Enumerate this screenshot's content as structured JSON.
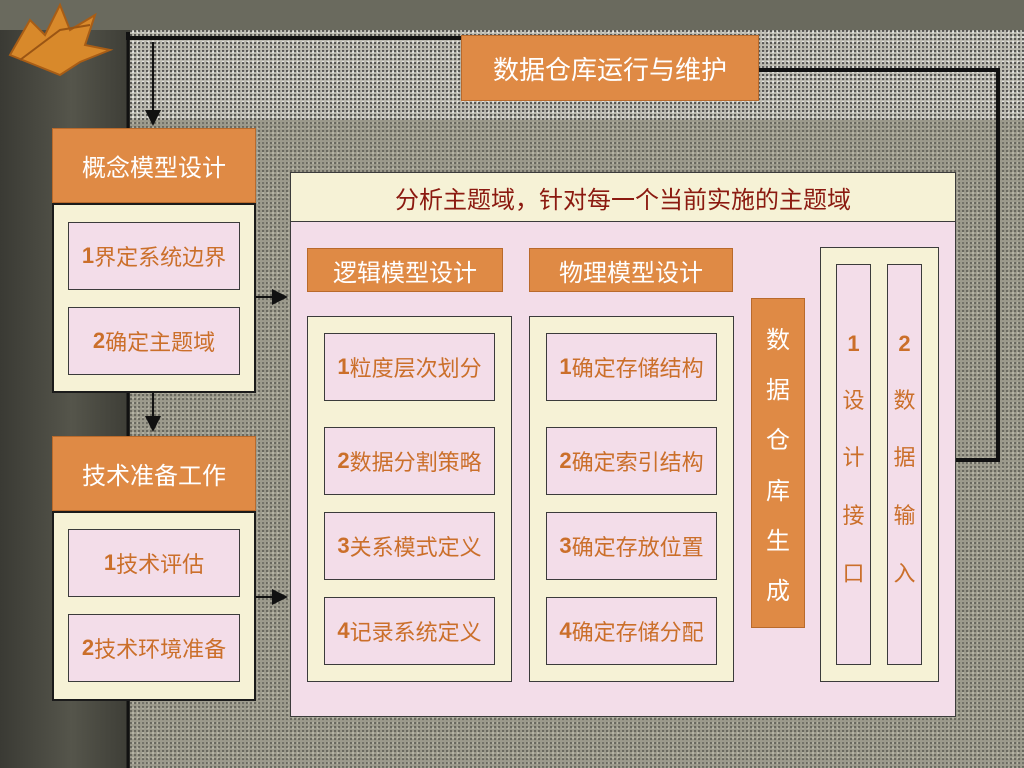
{
  "title": "数据仓库运行与维护",
  "concept": {
    "heading": "概念模型设计",
    "items": [
      {
        "num": "1",
        "text": "界定系统边界"
      },
      {
        "num": "2",
        "text": "确定主题域"
      }
    ]
  },
  "tech": {
    "heading": "技术准备工作",
    "items": [
      {
        "num": "1",
        "text": "技术评估"
      },
      {
        "num": "2",
        "text": "技术环境准备"
      }
    ]
  },
  "main": {
    "heading": "分析主题域，针对每一个当前实施的主题域",
    "logical": {
      "heading": "逻辑模型设计",
      "items": [
        {
          "num": "1",
          "text": "粒度层次划分"
        },
        {
          "num": "2",
          "text": "数据分割策略"
        },
        {
          "num": "3",
          "text": "关系模式定义"
        },
        {
          "num": "4",
          "text": "记录系统定义"
        }
      ]
    },
    "physical": {
      "heading": "物理模型设计",
      "items": [
        {
          "num": "1",
          "text": "确定存储结构"
        },
        {
          "num": "2",
          "text": "确定索引结构"
        },
        {
          "num": "3",
          "text": "确定存放位置"
        },
        {
          "num": "4",
          "text": "确定存储分配"
        }
      ]
    },
    "generate": [
      "数",
      "据",
      "仓",
      "库",
      "生",
      "成"
    ],
    "interface": [
      "1",
      "设",
      "计",
      "接",
      "口"
    ],
    "data_input": [
      "2",
      "数",
      "据",
      "输",
      "入"
    ]
  },
  "colors": {
    "orange": "#df8a45",
    "pink": "#f3dde9",
    "cream": "#f6f2d6",
    "text_orange": "#cb6f2a",
    "text_red": "#8b1a10"
  }
}
